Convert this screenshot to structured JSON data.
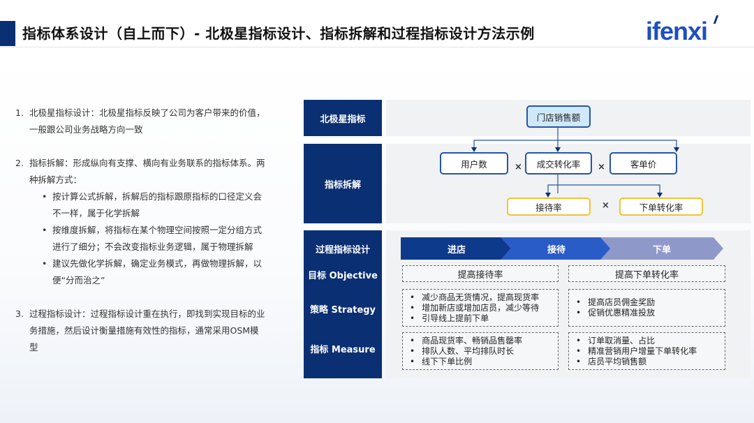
{
  "header": {
    "title": "指标体系设计（自上而下）- 北极星指标设计、指标拆解和过程指标设计方法示例",
    "logo": "ifenxi"
  },
  "left": {
    "p1": {
      "num": "1.",
      "lines": [
        "北极星指标设计：北极星指标反映了公司为客户带来的价值，",
        "一般跟公司业务战略方向一致"
      ]
    },
    "p2": {
      "num": "2.",
      "lines": [
        "指标拆解：形成纵向有支撑、横向有业务联系的指标体系。两",
        "种拆解方式："
      ],
      "bullets": [
        [
          "按计算公式拆解，拆解后的指标跟原指标的口径定义会",
          "不一样，属于化学拆解"
        ],
        [
          "按维度拆解，将指标在某个物理空间按照一定分组方式",
          "进行了细分；不会改变指标业务逻辑，属于物理拆解"
        ],
        [
          "建议先做化学拆解，确定业务模式，再做物理拆解，以",
          "便“分而治之”"
        ]
      ]
    },
    "p3": {
      "num": "3.",
      "lines": [
        "过程指标设计：过程指标设计重在执行，即找到实现目标的业",
        "务措施，然后设计衡量措施有效性的指标，通常采用OSM模",
        "型"
      ]
    }
  },
  "diagram": {
    "labels": {
      "north_star": "北极星指标",
      "decompose": "指标拆解",
      "process": "过程指标设计",
      "objective": "目标 Objective",
      "strategy": "策略  Strategy",
      "measure": "指标 Measure"
    },
    "nodes": {
      "top": "门店销售额",
      "users": "用户数",
      "conversion": "成交转化率",
      "price": "客单价",
      "reception": "接待率",
      "order_conv": "下单转化率"
    },
    "times": "×",
    "stages": [
      "进店",
      "接待",
      "下单"
    ],
    "colors": {
      "navy": "#0b2f73",
      "stage1": "#0e3a8c",
      "stage2": "#2a5cc8",
      "stage3": "#8f99c9",
      "yellow": "#f3c233"
    },
    "objectives": [
      "提高接待率",
      "提高下单转化率"
    ],
    "strategies": [
      [
        "减少商品无货情况，提高现货率",
        "增加新店或增加店员，减少等待",
        "引导线上提前下单"
      ],
      [
        "提高店员佣金奖励",
        "促销优惠精准投放"
      ]
    ],
    "measures": [
      [
        "商品现货率、畅销品售罄率",
        "排队人数、平均排队时长",
        "线下下单比例"
      ],
      [
        "订单取消量、占比",
        "精准营销用户增量下单转化率",
        "店员平均销售额"
      ]
    ]
  }
}
